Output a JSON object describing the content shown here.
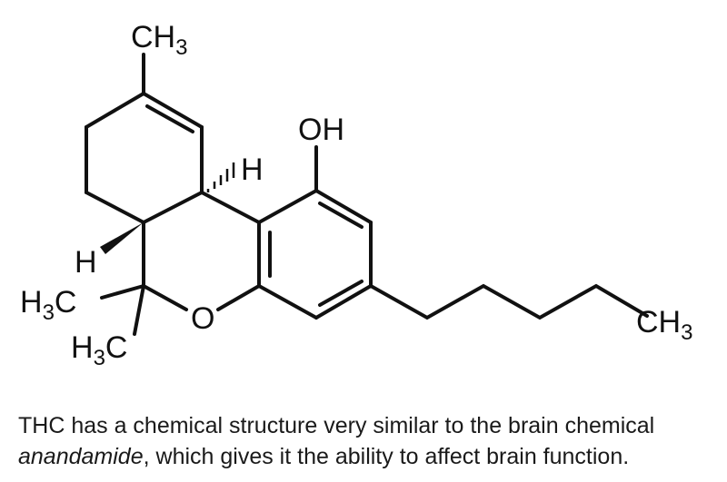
{
  "molecule": {
    "labels": {
      "methyl_top": {
        "main": "CH",
        "sub": "3"
      },
      "hydroxyl": "OH",
      "h_upper": "H",
      "h_lower": "H",
      "ring_oxygen": "O",
      "methyl_left_1": {
        "main": "H",
        "sub": "3",
        "tail": "C"
      },
      "methyl_left_2": {
        "main": "H",
        "sub": "3",
        "tail": "C"
      },
      "methyl_chain_end": {
        "main": "CH",
        "sub": "3"
      }
    }
  },
  "caption": {
    "line1": "THC has a chemical structure very similar to the brain chemical",
    "line2_italic": "anandamide",
    "line2_rest": ", which gives it the ability to affect brain function."
  }
}
